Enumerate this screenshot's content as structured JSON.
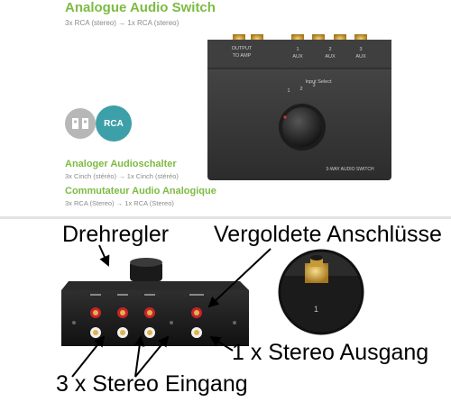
{
  "product": {
    "title_en": "Analogue Audio Switch",
    "subtitle_en": "3x RCA (stereo) → 1x RCA (stereo)",
    "title_de": "Analoger Audioschalter",
    "subtitle_de": "3x Cinch (stéréo) → 1x Cinch (stéréo)",
    "title_fr": "Commutateur Audio Analogique",
    "subtitle_fr": "3x RCA (Stereo) → 1x RCA (Stereo)",
    "badge_rca": "RCA"
  },
  "device_top": {
    "output_label_line1": "OUTPUT",
    "output_label_line2": "TO AMP",
    "input_labels": [
      "1",
      "2",
      "3"
    ],
    "aux_labels": [
      "AUX",
      "AUX",
      "AUX"
    ],
    "knob_label": "Input Select",
    "knob_numbers": [
      "1",
      "2",
      "3"
    ],
    "model_label": "3-WAY AUDIO SWITCH"
  },
  "callouts": {
    "knob": "Drehregler",
    "gold_connectors": "Vergoldete Anschlüsse",
    "output": "1 x Stereo Ausgang",
    "inputs": "3 x Stereo Eingang"
  },
  "zoom_number": "1",
  "colors": {
    "green": "#7dbb43",
    "teal": "#3d9fa8",
    "device": "#3a3a3a",
    "rca_red": "#c8232c"
  }
}
